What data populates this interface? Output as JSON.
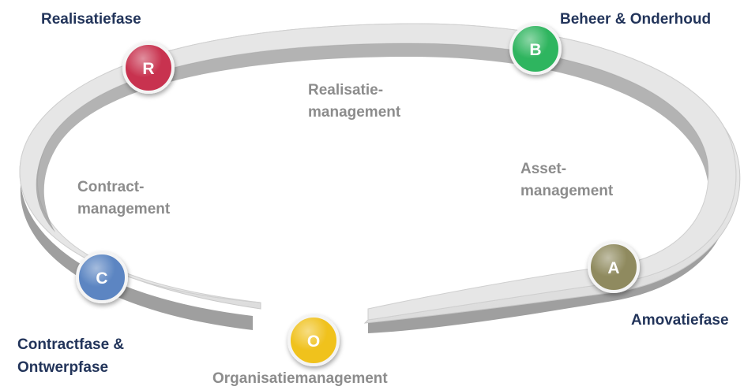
{
  "phases": [
    {
      "letter": "R",
      "label": "Realisatiefase",
      "color": "#c8334f"
    },
    {
      "letter": "B",
      "label": "Beheer & Onderhoud",
      "color": "#2fb55f"
    },
    {
      "letter": "A",
      "label": "Amovatiefase",
      "color": "#8f8a5e"
    },
    {
      "letter": "O",
      "label": "Organisatiemanagement",
      "color": "#f0c21f"
    },
    {
      "letter": "C",
      "label_lines": [
        "Contractfase &",
        "Ontwerpfase"
      ],
      "color": "#5b85c2"
    }
  ],
  "management": {
    "realisatie": [
      "Realisatie-",
      "management"
    ],
    "asset": [
      "Asset-",
      "management"
    ],
    "contract": [
      "Contract-",
      "management"
    ]
  }
}
